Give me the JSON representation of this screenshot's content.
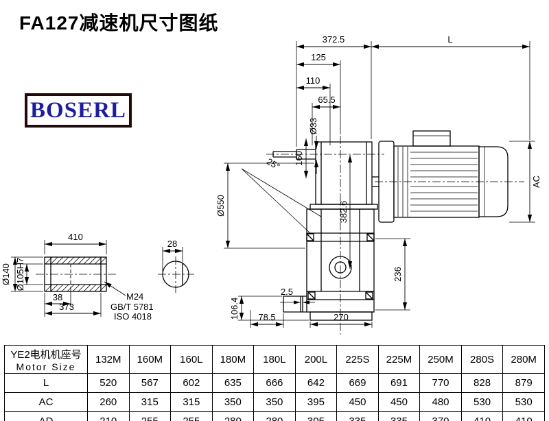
{
  "page": {
    "title": "FA127减速机尺寸图纸",
    "logo": "BOSERL"
  },
  "drawing": {
    "dims": {
      "w372_5": "372.5",
      "len_l": "L",
      "d125": "125",
      "d110": "110",
      "d65_5": "65.5",
      "dia33": "Ø33",
      "d160": "160",
      "a25": "25°",
      "dia550": "Ø550",
      "d382_6": "382.6",
      "ac": "AC",
      "d236": "236",
      "d2_5": "2.5",
      "d78_5": "78.5",
      "d270": "270",
      "d106_4": "106.4",
      "d410": "410",
      "dia140": "Ø140",
      "dia105": "Ø105H7",
      "d38": "38",
      "d373": "373",
      "d28": "28",
      "m24": "M24",
      "gb": "GB/T 5781",
      "iso": "ISO 4018"
    }
  },
  "table": {
    "header_cn": "YE2电机机座号",
    "header_en": "Motor Size",
    "columns": [
      "132M",
      "160M",
      "160L",
      "180M",
      "180L",
      "200L",
      "225S",
      "225M",
      "250M",
      "280S",
      "280M"
    ],
    "rows": [
      {
        "label": "L",
        "values": [
          "520",
          "567",
          "602",
          "635",
          "666",
          "642",
          "669",
          "691",
          "770",
          "828",
          "879"
        ]
      },
      {
        "label": "AC",
        "values": [
          "260",
          "315",
          "315",
          "350",
          "350",
          "395",
          "450",
          "450",
          "480",
          "530",
          "530"
        ]
      },
      {
        "label": "AD",
        "values": [
          "210",
          "255",
          "255",
          "280",
          "280",
          "305",
          "335",
          "335",
          "370",
          "410",
          "410"
        ]
      }
    ]
  }
}
